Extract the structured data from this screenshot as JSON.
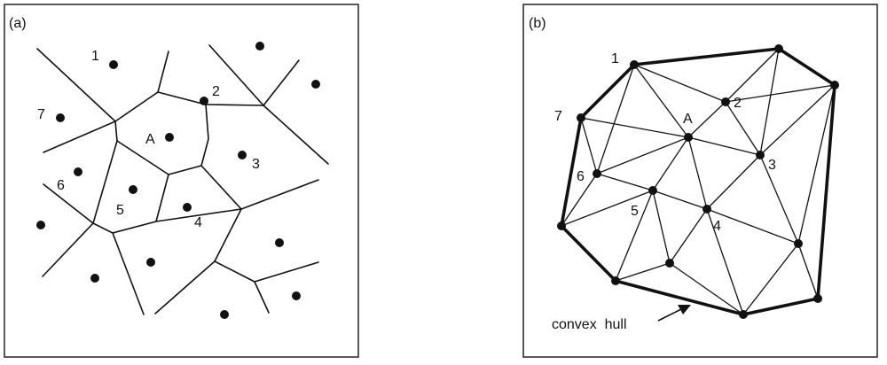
{
  "panels": [
    {
      "tag": "(a)",
      "point_labels": {
        "p1": "1",
        "p2": "2",
        "p3": "3",
        "p4": "4",
        "p5": "5",
        "p6": "6",
        "p7": "7",
        "pA": "A"
      }
    },
    {
      "tag": "(b)",
      "point_labels": {
        "p1": "1",
        "p2": "2",
        "p3": "3",
        "p4": "4",
        "p5": "5",
        "p6": "6",
        "p7": "7",
        "pA": "A"
      },
      "annotation": "convex  hull"
    }
  ],
  "colors": {
    "ink": "#111111",
    "background": "#ffffff",
    "frame": "#222222"
  }
}
